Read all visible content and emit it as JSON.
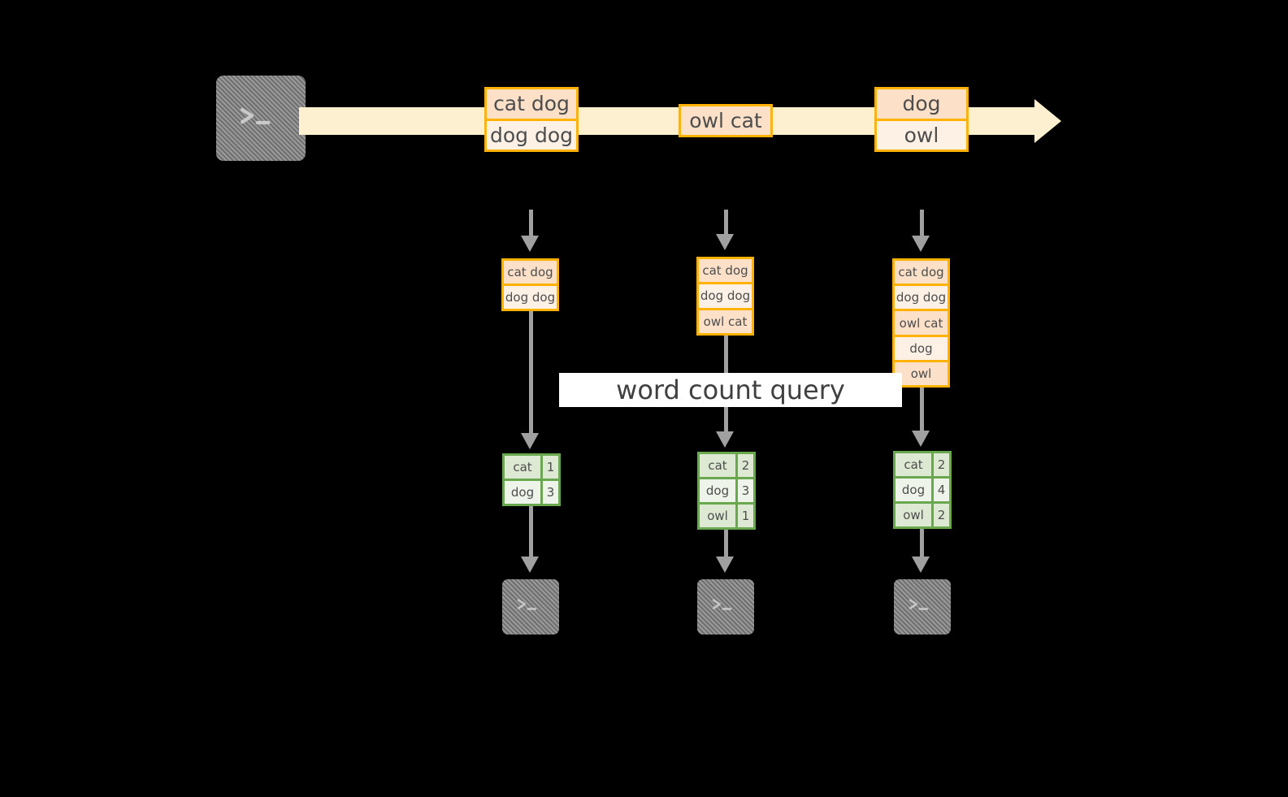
{
  "diagram": {
    "title_label": "word count query",
    "colors": {
      "background": "#000000",
      "stream_fill": "#fdf0d0",
      "record_border": "#ffb300",
      "record_fill_dark": "#fce0c8",
      "record_fill_light": "#fdf1e6",
      "result_border": "#6aa84f",
      "result_fill_dark": "#dde9d3",
      "result_fill_light": "#eef4ea",
      "connector": "#a0a0a0",
      "terminal_fill": "#808080",
      "label_fill": "#ffffff"
    },
    "source": {
      "icon": "terminal-icon",
      "prompt": ">_"
    },
    "stream": {
      "arrow_icon": "right-arrow-icon",
      "events": [
        {
          "lines": [
            "cat dog",
            "dog dog"
          ]
        },
        {
          "lines": [
            "owl cat"
          ]
        },
        {
          "lines": [
            "dog",
            "owl"
          ]
        }
      ]
    },
    "groups": [
      {
        "id": "snapshot-1",
        "inbound_icon": "dashed-down-arrow-icon",
        "accumulated": [
          "cat dog",
          "dog dog"
        ],
        "result": {
          "rows": [
            {
              "word": "cat",
              "count": "1"
            },
            {
              "word": "dog",
              "count": "3"
            }
          ]
        },
        "sink": {
          "icon": "terminal-icon",
          "prompt": ">_"
        }
      },
      {
        "id": "snapshot-2",
        "inbound_icon": "dashed-down-arrow-icon",
        "accumulated": [
          "cat dog",
          "dog dog",
          "owl cat"
        ],
        "result": {
          "rows": [
            {
              "word": "cat",
              "count": "2"
            },
            {
              "word": "dog",
              "count": "3"
            },
            {
              "word": "owl",
              "count": "1"
            }
          ]
        },
        "sink": {
          "icon": "terminal-icon",
          "prompt": ">_"
        }
      },
      {
        "id": "snapshot-3",
        "inbound_icon": "dashed-down-arrow-icon",
        "accumulated": [
          "cat dog",
          "dog dog",
          "owl cat",
          "dog",
          "owl"
        ],
        "result": {
          "rows": [
            {
              "word": "cat",
              "count": "2"
            },
            {
              "word": "dog",
              "count": "4"
            },
            {
              "word": "owl",
              "count": "2"
            }
          ]
        },
        "sink": {
          "icon": "terminal-icon",
          "prompt": ">_"
        }
      }
    ]
  }
}
